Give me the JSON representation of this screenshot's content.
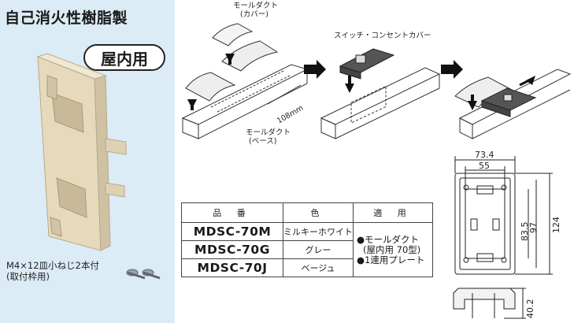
{
  "product": {
    "title": "自己消火性樹脂製",
    "usage_badge": "屋内用",
    "screw_note_line1": "M4×12皿小ねじ2本付",
    "screw_note_line2": "(取付枠用)"
  },
  "installation": {
    "label_cover": "モールダクト",
    "label_cover_sub": "(カバー)",
    "label_base": "モールダクト",
    "label_base_sub": "(ベース)",
    "label_length": "108mm",
    "label_switch_cover": "スイッチ・コンセントカバー"
  },
  "spec_table": {
    "headers": [
      "品 番",
      "色",
      "適 用"
    ],
    "rows": [
      {
        "part_number": "MDSC-70M",
        "color": "ミルキーホワイト"
      },
      {
        "part_number": "MDSC-70G",
        "color": "グレー"
      },
      {
        "part_number": "MDSC-70J",
        "color": "ベージュ"
      }
    ],
    "application_line1": "●モールダクト",
    "application_line2": "(屋内用 70型)",
    "application_line3": "●1連用プレート"
  },
  "dimensions": {
    "outer_width": "73.4",
    "inner_width": "55",
    "inner_height": "83.5",
    "mid_height": "97",
    "total_height": "124",
    "depth": "40.2"
  },
  "colors": {
    "panel_bg": "#dcecf6",
    "product_beige": "#e8dcc0",
    "table_header_bg": "#dcecf6"
  }
}
